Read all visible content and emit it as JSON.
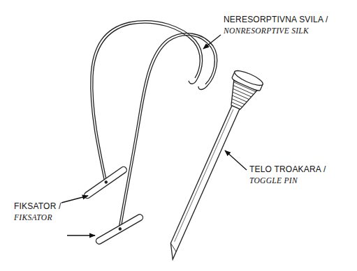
{
  "diagram": {
    "labels": [
      "NERESORPTIVNA SVILA /",
      "NONRESORPTIVE SILK",
      "TELO TROAKARA /",
      "TOGGLE PIN",
      "FIKSATOR /",
      "FIKSATOR"
    ]
  }
}
